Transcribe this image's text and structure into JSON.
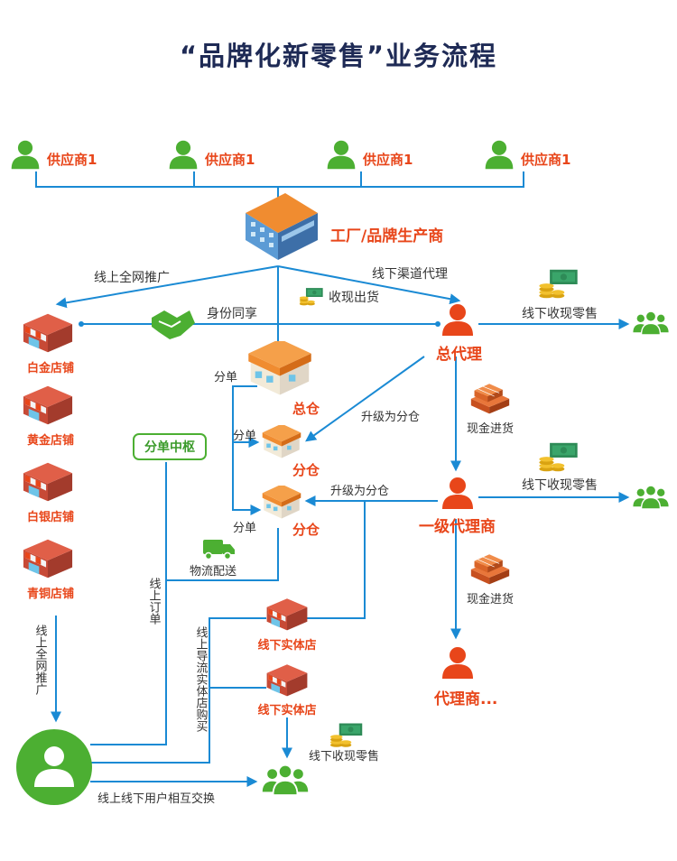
{
  "title": "“品牌化新零售”业务流程",
  "suppliers": [
    "供应商1",
    "供应商1",
    "供应商1",
    "供应商1"
  ],
  "factory": "工厂/品牌生产商",
  "stores": [
    "白金店铺",
    "黄金店铺",
    "白银店铺",
    "青铜店铺"
  ],
  "edges": {
    "online_push": "线上全网推广",
    "offline_channel": "线下渠道代理",
    "cash_delivery": "收现出货",
    "identity_share": "身份同享",
    "offline_cash_retail_1": "线下收现零售",
    "offline_cash_retail_2": "线下收现零售",
    "offline_cash_retail_3": "线下收现零售",
    "split_order_1": "分单",
    "split_order_2": "分单",
    "split_order_3": "分单",
    "upgrade_1": "升级为分仓",
    "upgrade_2": "升级为分仓",
    "cash_purchase_1": "现金进货",
    "cash_purchase_2": "现金进货",
    "logistics": "物流配送",
    "online_order": "线上订单",
    "offline_guide": "线上导流实体店购买",
    "online_push_vertical": "线上全网推广",
    "user_exchange": "线上线下用户相互交换"
  },
  "hub": "分单中枢",
  "warehouses": {
    "main": "总仓",
    "branch1": "分仓",
    "branch2": "分仓"
  },
  "agents": {
    "general": "总代理",
    "first": "一级代理商",
    "more": "代理商..."
  },
  "physical_stores": [
    "线下实体店",
    "线下实体店"
  ],
  "colors": {
    "blue_line": "#1a8ad4",
    "orange": "#e8461a",
    "green": "#4caf32",
    "title": "#1e2a55"
  }
}
